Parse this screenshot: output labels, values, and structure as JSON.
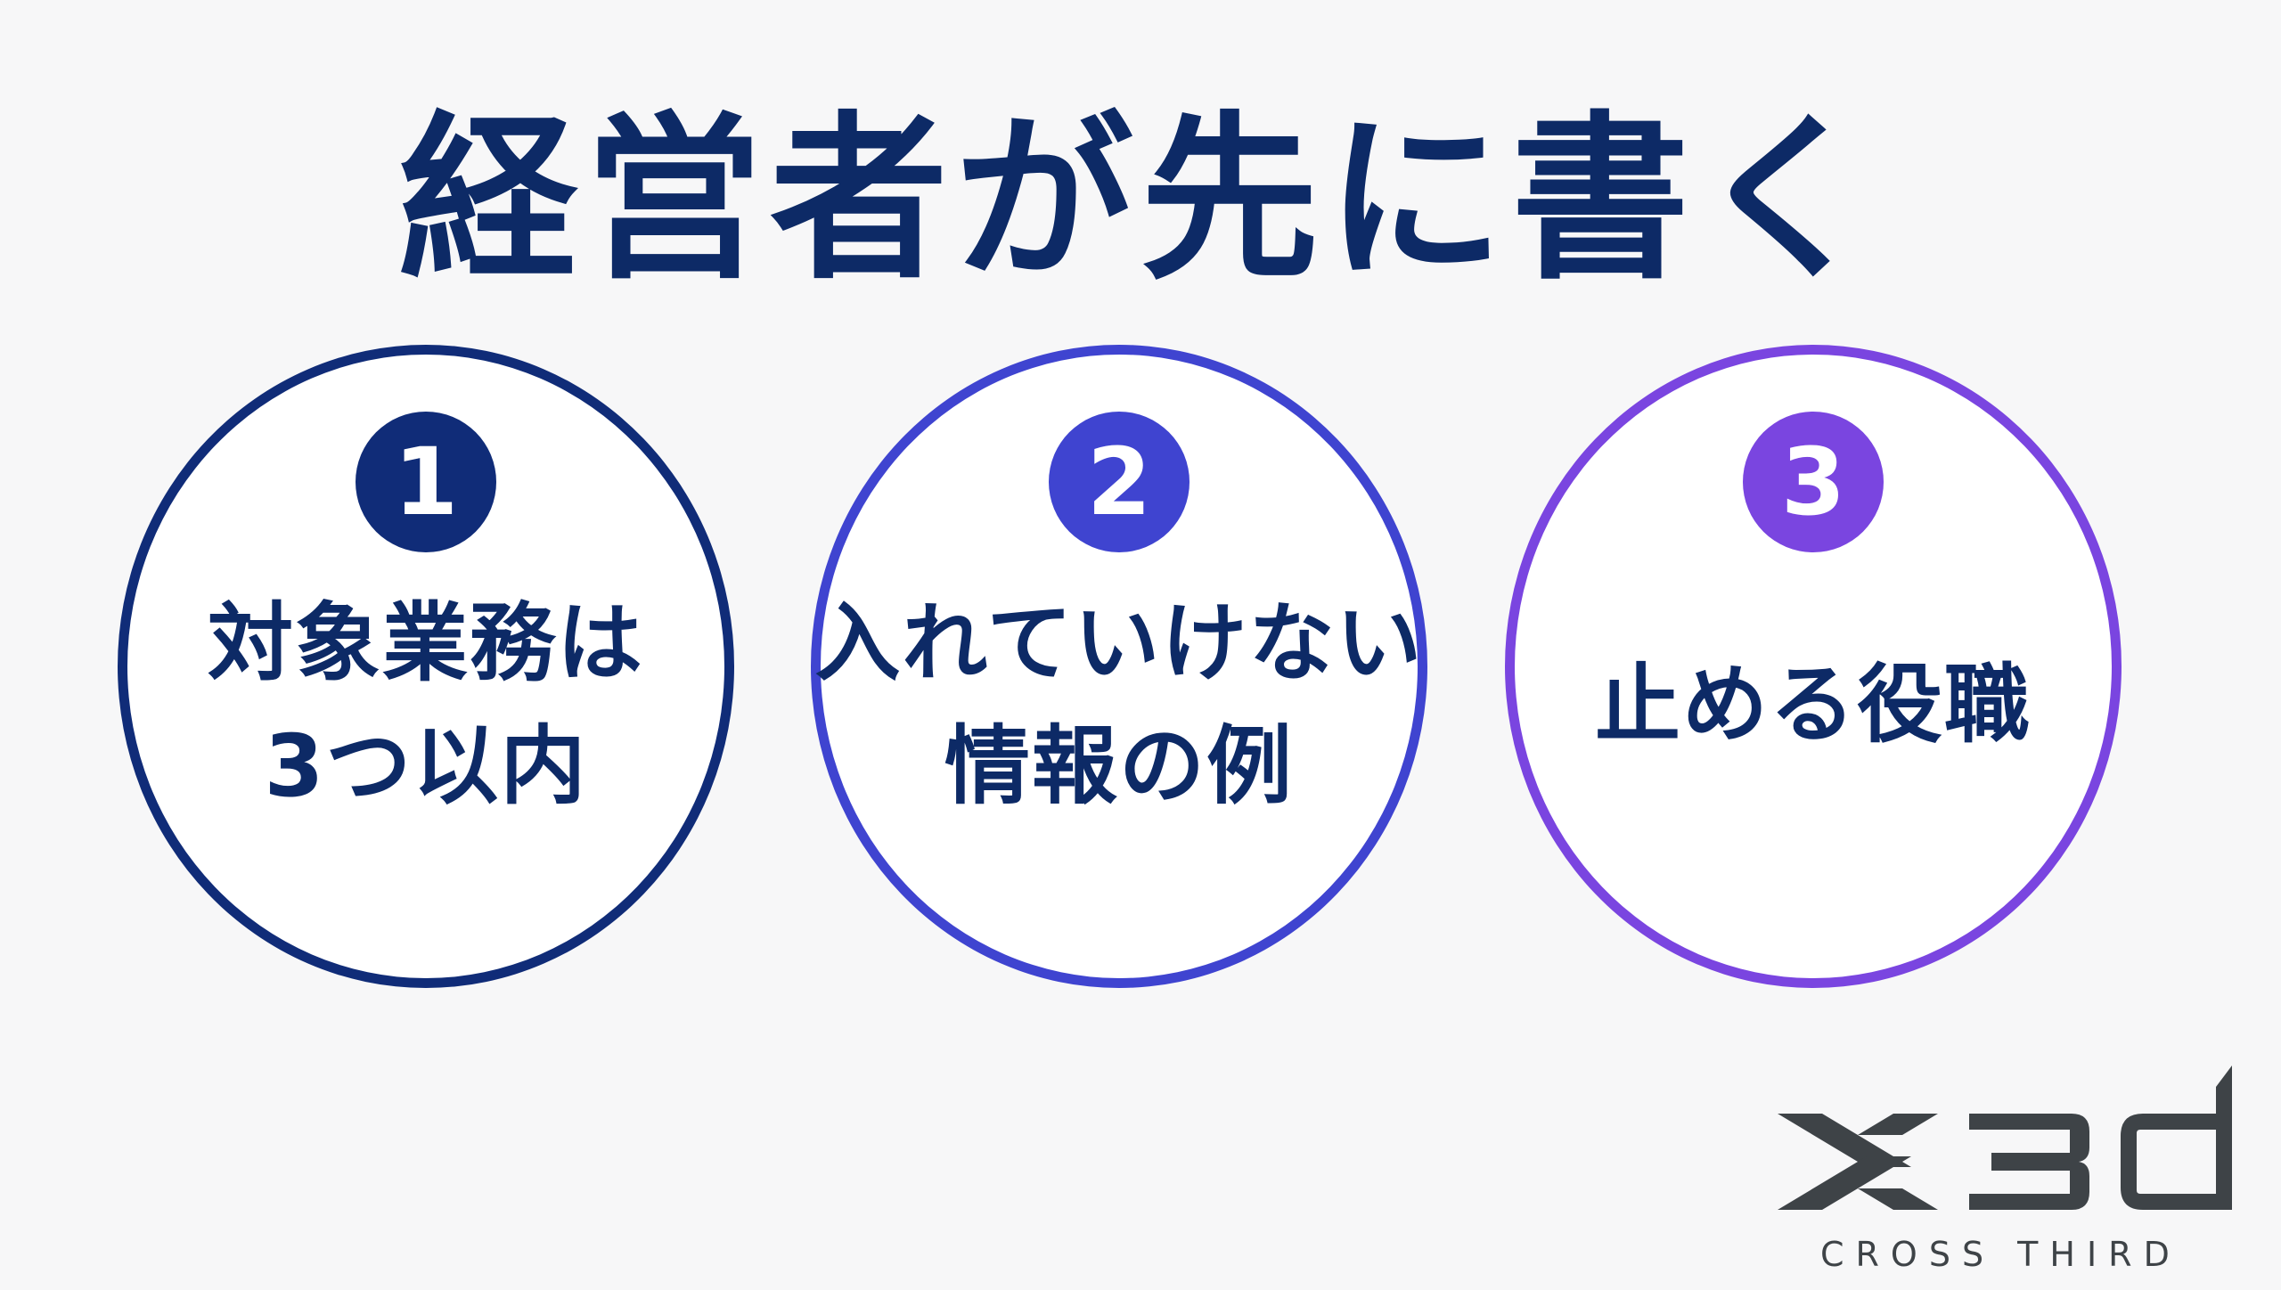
{
  "title": "経営者が先に書く",
  "colors": {
    "title": "#0d2a66",
    "step1": "#102c78",
    "step2": "#3f44d0",
    "step3": "#7a45e0",
    "logo": "#3e4347"
  },
  "steps": [
    {
      "number": "1",
      "lines": [
        "対象業務は",
        "3つ以内"
      ]
    },
    {
      "number": "2",
      "lines": [
        "入れていけない",
        "情報の例"
      ]
    },
    {
      "number": "3",
      "lines": [
        "止める役職"
      ]
    }
  ],
  "logo": {
    "wordmark": "X3d",
    "tagline": "CROSS THIRD"
  }
}
